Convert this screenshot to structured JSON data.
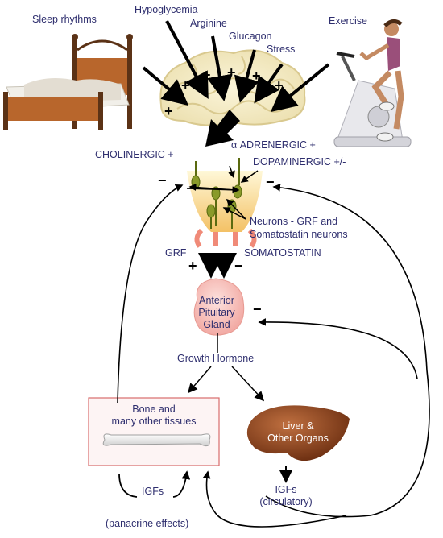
{
  "inputs": {
    "sleep": "Sleep rhythms",
    "hypoglycemia": "Hypoglycemia",
    "arginine": "Arginine",
    "glucagon": "Glucagon",
    "stress": "Stress",
    "exercise": "Exercise"
  },
  "hypothalamus": {
    "cholinergic": "CHOLINERGIC +",
    "alpha_adrenergic": "α ADRENERGIC +",
    "dopaminergic": "DOPAMINERGIC +/-",
    "neurons_line1": "Neurons - GRF and",
    "neurons_line2": "Somatostatin neurons",
    "grf": "GRF",
    "somatostatin": "SOMATOSTATIN"
  },
  "pituitary": {
    "line1": "Anterior",
    "line2": "Pituitary",
    "line3": "Gland"
  },
  "growth_hormone": "Growth Hormone",
  "bone_box": {
    "line1": "Bone and",
    "line2": "many other tissues"
  },
  "liver": {
    "line1": "Liver &",
    "line2": "Other Organs"
  },
  "igfs_local": "IGFs",
  "panacrine": "(panacrine effects)",
  "igfs_circ_line1": "IGFs",
  "igfs_circ_line2": "(circulatory)",
  "signs": {
    "plus": "+",
    "minus": "−"
  }
}
